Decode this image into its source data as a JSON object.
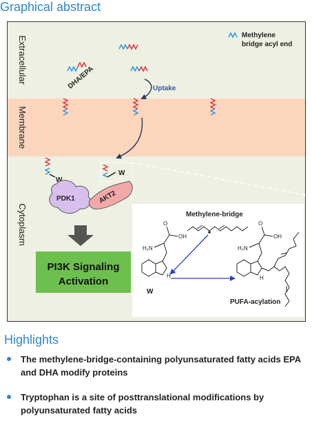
{
  "graphical_abstract": {
    "title": "Graphical abstract",
    "regions": {
      "extracellular": "Extracellular",
      "membrane": "Membrane",
      "cytoplasm": "Cytoplasm"
    },
    "legend": {
      "line1": "Methylene",
      "line2": "bridge acyl end"
    },
    "labels": {
      "dha_epa": "DHA/EPA",
      "uptake": "Uptake",
      "pdk1": "PDK1",
      "akt2": "AKT2",
      "w_small_1": "W",
      "w_small_2": "W",
      "pi3k_line1": "PI3K Signaling",
      "pi3k_line2": "Activation"
    },
    "inset": {
      "methylene_bridge": "Methylene-bridge",
      "oh_left": "OH",
      "o_left": "O",
      "h2n_left": "H₂N",
      "nh_left": "H",
      "w_label": "W",
      "oh_right": "OH",
      "o_right": "O",
      "h2n_right": "H₂N",
      "nh_right": "H",
      "pufa_acylation": "PUFA-acylation"
    },
    "colors": {
      "extracellular_bg": "#eef0e3",
      "membrane_bg": "#fbd6bd",
      "cytoplasm_bg": "#eef0e3",
      "pdk1_fill": "#d8c0ee",
      "akt2_fill": "#f3a8a8",
      "pi3k_fill": "#6dc04e",
      "chain_red": "#e0333b",
      "chain_blue": "#2e97d6",
      "arrow_blue": "#2b3fc8",
      "uptake_text": "#3a55a0"
    }
  },
  "highlights": {
    "title": "Highlights",
    "items": [
      "The methylene-bridge-containing polyunsaturated fatty acids EPA and DHA modify proteins",
      "Tryptophan is a site of posttranslational modifications by polyunsaturated fatty acids"
    ]
  }
}
